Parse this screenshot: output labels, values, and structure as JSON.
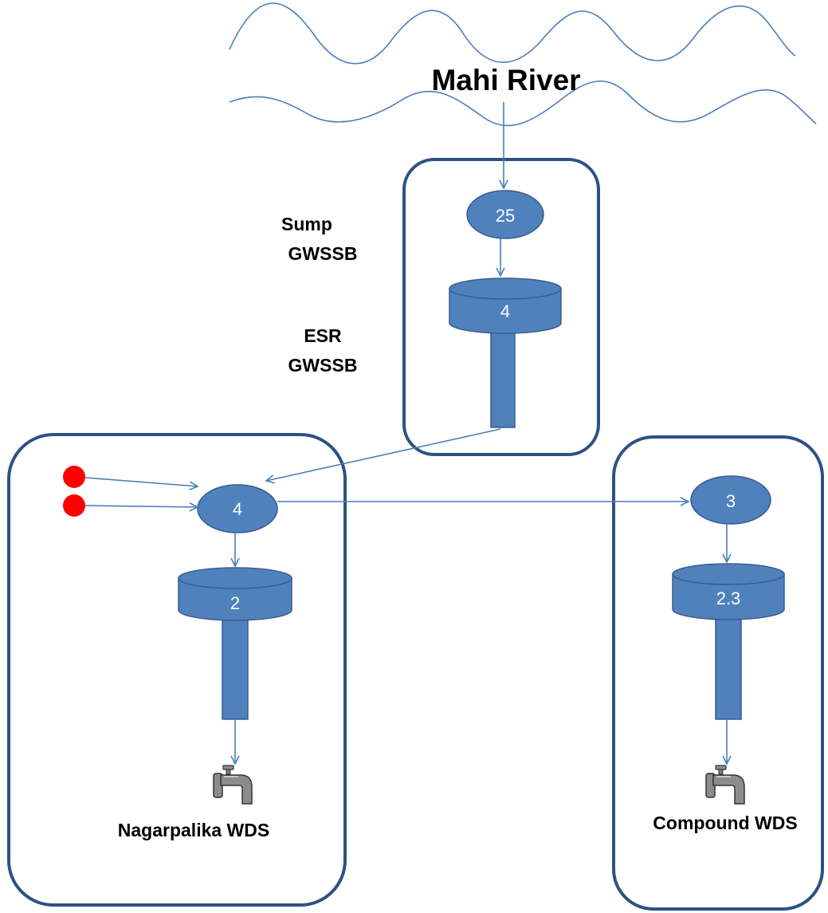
{
  "river": {
    "label": "Mahi River"
  },
  "side_labels": {
    "sump_line1": "Sump",
    "sump_line2": "GWSSB",
    "esr_line1": "ESR",
    "esr_line2": "GWSSB"
  },
  "gwssb": {
    "sump_value": "25",
    "esr_value": "4"
  },
  "nagarpalika": {
    "sump_value": "4",
    "esr_value": "2",
    "label": "Nagarpalika WDS"
  },
  "compound": {
    "sump_value": "3",
    "esr_value": "2.3",
    "label": "Compound WDS"
  },
  "colors": {
    "shape_fill": "#4f81bd",
    "shape_stroke": "#385d8a",
    "box_stroke": "#2e5184",
    "arrow": "#4a7ebb",
    "source_dot": "#ff0000",
    "tap": "#808080"
  },
  "icons": {
    "tap": "water-tap-icon"
  }
}
